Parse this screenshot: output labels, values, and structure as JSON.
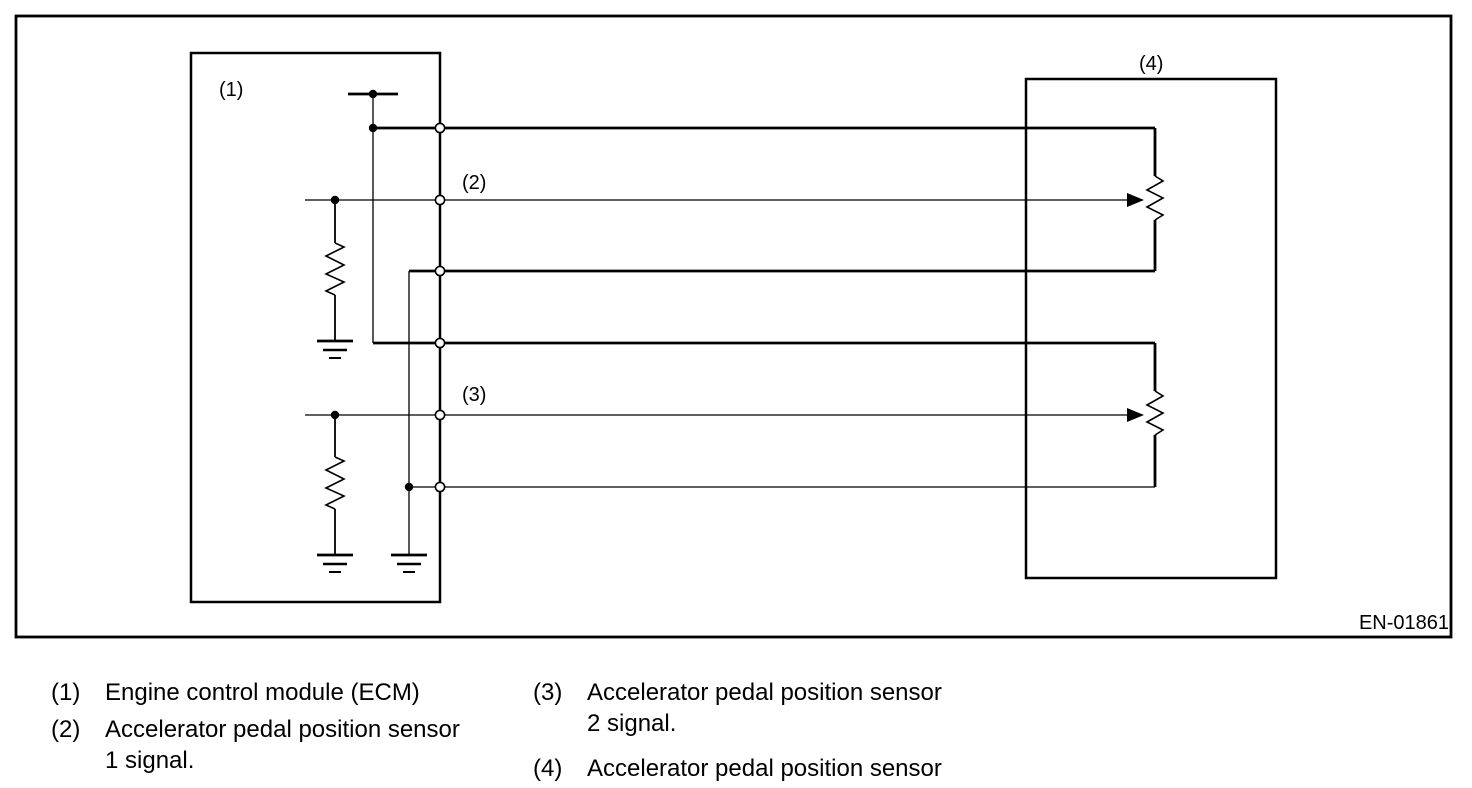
{
  "page": {
    "colors": {
      "line": "#000000",
      "background": "#ffffff"
    }
  },
  "diagram": {
    "component_labels": {
      "ecm": "(1)",
      "signal1": "(2)",
      "signal2": "(3)",
      "sensor": "(4)"
    },
    "drawing_code": "EN-01861",
    "symbols": {
      "connector_pin": "open-circle",
      "junction": "filled-dot",
      "resistor": "zigzag",
      "potentiometer_wiper": "filled-arrow",
      "ground": "triple-bar",
      "power_supply": "tap-bar-with-dot"
    }
  },
  "legend": {
    "items": [
      {
        "number": "(1)",
        "lines": [
          "Engine control module (ECM)"
        ]
      },
      {
        "number": "(2)",
        "lines": [
          "Accelerator pedal position sensor",
          "1 signal."
        ]
      },
      {
        "number": "(3)",
        "lines": [
          "Accelerator pedal position sensor",
          "2 signal."
        ]
      },
      {
        "number": "(4)",
        "lines": [
          "Accelerator pedal position sensor"
        ]
      }
    ]
  }
}
